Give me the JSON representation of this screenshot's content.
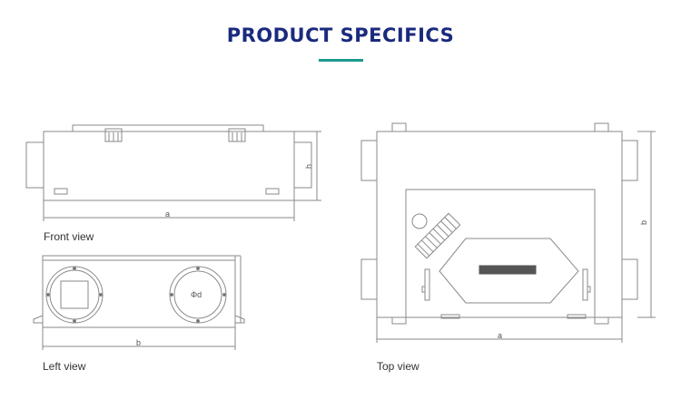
{
  "header": {
    "title": "PRODUCT SPECIFICS"
  },
  "colors": {
    "title": "#1a2a7d",
    "accent": "#1a9a8e",
    "line": "#888888"
  },
  "views": {
    "front": {
      "label": "Front view",
      "dim_width": "a",
      "dim_height": "h"
    },
    "left": {
      "label": "Left view",
      "dim_width": "b",
      "duct_label": "Φd"
    },
    "top": {
      "label": "Top view",
      "dim_width": "a",
      "dim_height": "b"
    }
  }
}
